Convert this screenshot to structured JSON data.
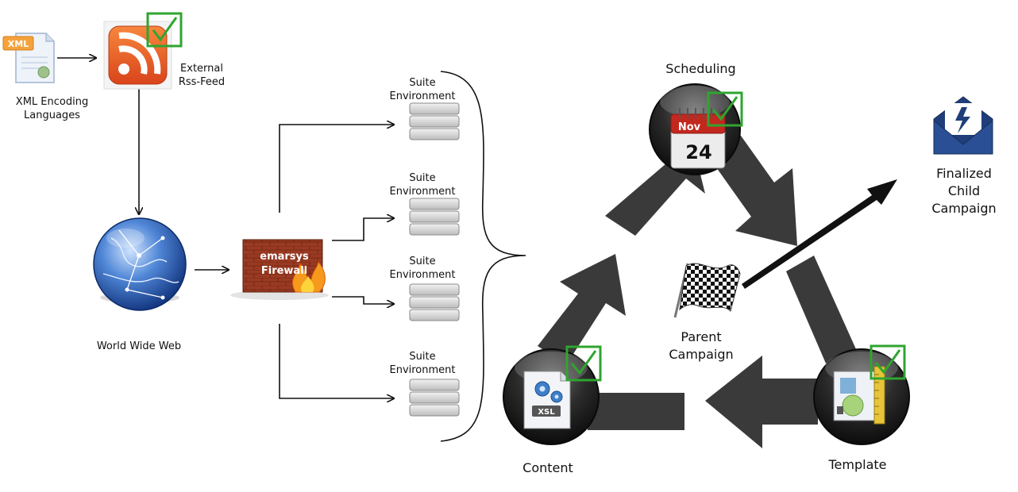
{
  "xml_badge": "XML",
  "xml_node": {
    "line1": "XML Encoding",
    "line2": "Languages",
    "icon": "xml-file-icon"
  },
  "rss_node": {
    "line1": "External",
    "line2": "Rss-Feed",
    "icon": "rss-feed-icon"
  },
  "www_node": {
    "label": "World Wide Web",
    "icon": "globe-icon"
  },
  "firewall_node": {
    "line1": "emarsys",
    "line2": "Firewall",
    "icon": "firewall-icon"
  },
  "environments": [
    {
      "line1": "Suite",
      "line2": "Environment"
    },
    {
      "line1": "Suite",
      "line2": "Environment"
    },
    {
      "line1": "Suite",
      "line2": "Environment"
    },
    {
      "line1": "Suite",
      "line2": "Environment"
    }
  ],
  "cycle": {
    "scheduling": {
      "label": "Scheduling",
      "month": "Nov",
      "day": "24",
      "icon": "calendar-icon"
    },
    "template": {
      "label": "Template",
      "icon": "template-icon"
    },
    "content": {
      "label": "Content",
      "file_badge": "XSL",
      "icon": "xsl-file-icon"
    }
  },
  "parent": {
    "line1": "Parent",
    "line2": "Campaign",
    "icon": "checkered-flag-icon"
  },
  "finalized": {
    "line1": "Finalized",
    "line2": "Child",
    "line3": "Campaign",
    "icon": "envelope-bolt-icon"
  },
  "colors": {
    "check": "#2fa52f",
    "rss": "#e8531f",
    "cycle_arrow": "#3a3a3a",
    "envelope": "#1f3e7a",
    "calendar_red": "#c3281e"
  }
}
